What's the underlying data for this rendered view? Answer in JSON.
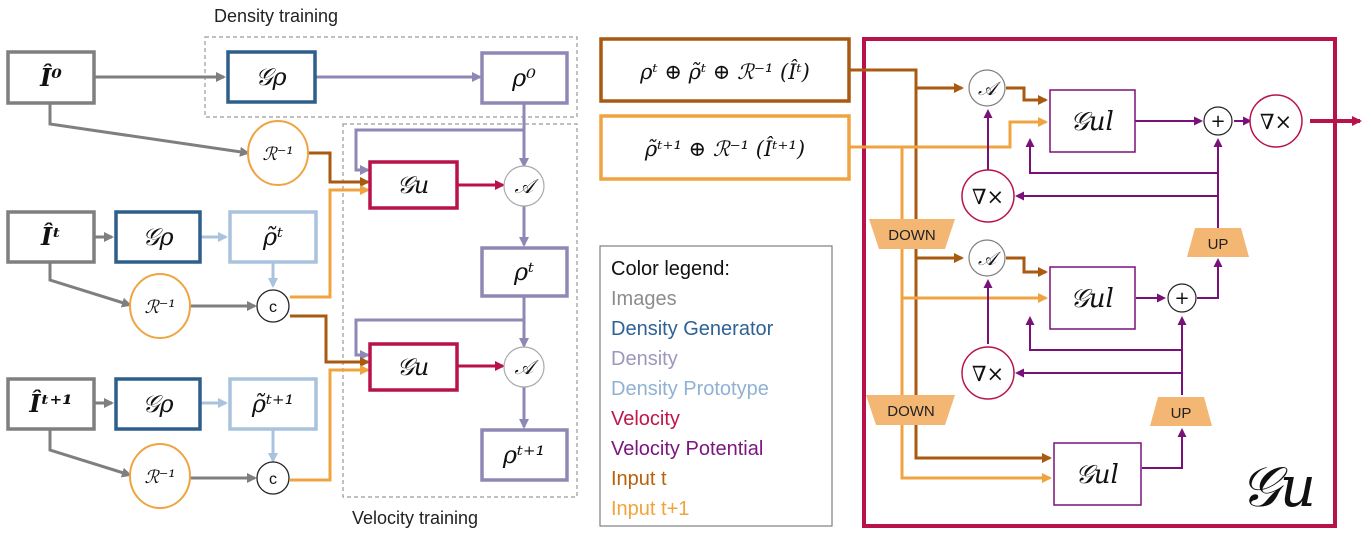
{
  "labels": {
    "density_training": "Density training",
    "velocity_training": "Velocity training"
  },
  "nodes": {
    "img0": "Î⁰",
    "imgt": "Îᵗ",
    "imgt1": "Îᵗ⁺¹",
    "g_rho": "𝒢ρ",
    "rho0": "ρ⁰",
    "rhot": "ρᵗ",
    "rhot1": "ρᵗ⁺¹",
    "rho_tilde_t": "ρ̃ᵗ",
    "rho_tilde_t1": "ρ̃ᵗ⁺¹",
    "r_inv": "ℛ⁻¹",
    "concat": "c",
    "g_u": "𝒢u",
    "advect": "𝒜",
    "input_t": "ρᵗ ⊕ ρ̃ᵗ ⊕ ℛ⁻¹ (Îᵗ)",
    "input_t1": "ρ̃ᵗ⁺¹ ⊕ ℛ⁻¹ (Îᵗ⁺¹)",
    "g_ul": "𝒢ul",
    "curl": "∇×",
    "plus": "+",
    "down": "DOWN",
    "up": "UP",
    "big_gu": "𝒢u"
  },
  "legend": {
    "title": "Color legend:",
    "items": [
      {
        "label": "Images",
        "color": "#8c8c8c"
      },
      {
        "label": "Density Generator",
        "color": "#2e6295"
      },
      {
        "label": "Density",
        "color": "#9d97bd"
      },
      {
        "label": "Density Prototype",
        "color": "#8fb2d4"
      },
      {
        "label": "Velocity",
        "color": "#c0174a"
      },
      {
        "label": "Velocity Potential",
        "color": "#7b157f"
      },
      {
        "label": "Input t",
        "color": "#b8600c"
      },
      {
        "label": "Input t+1",
        "color": "#f2a43a"
      }
    ]
  },
  "colors": {
    "images": "#7f7f7f",
    "density_generator": "#2e5f8a",
    "density": "#8d88b5",
    "density_prototype": "#a9c3de",
    "velocity": "#b8124a",
    "velocity_potential": "#7a1179",
    "input_t": "#a95a12",
    "input_t1": "#f0a341",
    "dashed": "#9a9a9a"
  }
}
